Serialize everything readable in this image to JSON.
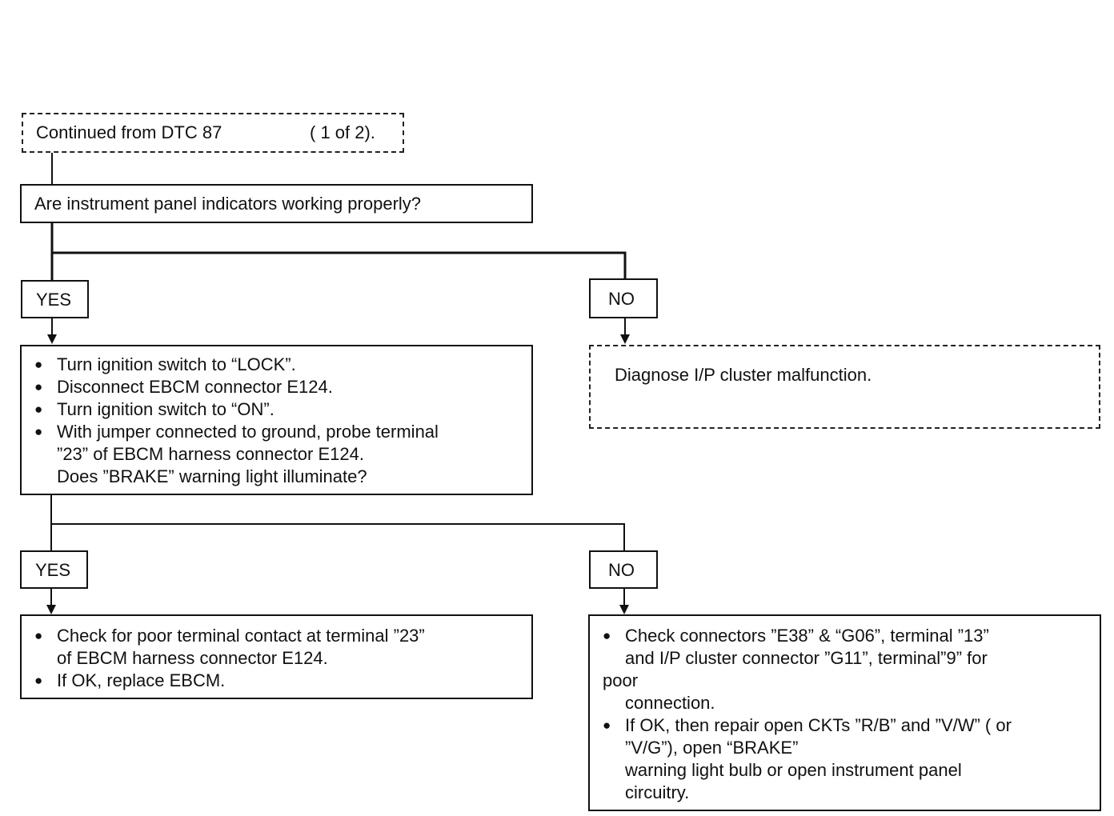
{
  "start": {
    "text": "Continued from DTC 87",
    "page_ref": "( 1 of 2)."
  },
  "question1": "Are instrument panel indicators working properly?",
  "q1_yes": "YES",
  "q1_no": "NO",
  "step2": {
    "bullets": [
      "Turn ignition switch to “LOCK”.",
      "Disconnect EBCM connector E124.",
      "Turn ignition switch to “ON”.",
      "With jumper connected to ground, probe terminal"
    ],
    "continuation": [
      "”23” of EBCM harness connector E124.",
      "Does ”BRAKE” warning light illuminate?"
    ]
  },
  "diagnose": "Diagnose I/P cluster malfunction.",
  "q2_yes": "YES",
  "q2_no": "NO",
  "yes_action": {
    "bullet1": "Check for poor terminal contact at terminal ”23”",
    "bullet1_cont": "of EBCM harness connector E124.",
    "bullet2": "If OK, replace EBCM."
  },
  "no_action": {
    "bullet1": "Check connectors ”E38” & “G06”, terminal ”13”",
    "bullet1_cont1": "and I/P cluster connector ”G11”, terminal”9” for",
    "bullet1_cont2": "poor",
    "bullet1_cont3": "connection.",
    "bullet2": "If OK, then repair open CKTs ”R/B” and ”V/W” ( or",
    "bullet2_cont1": "”V/G”), open “BRAKE”",
    "bullet2_cont2": "warning light bulb or open instrument panel",
    "bullet2_cont3": "circuitry."
  }
}
